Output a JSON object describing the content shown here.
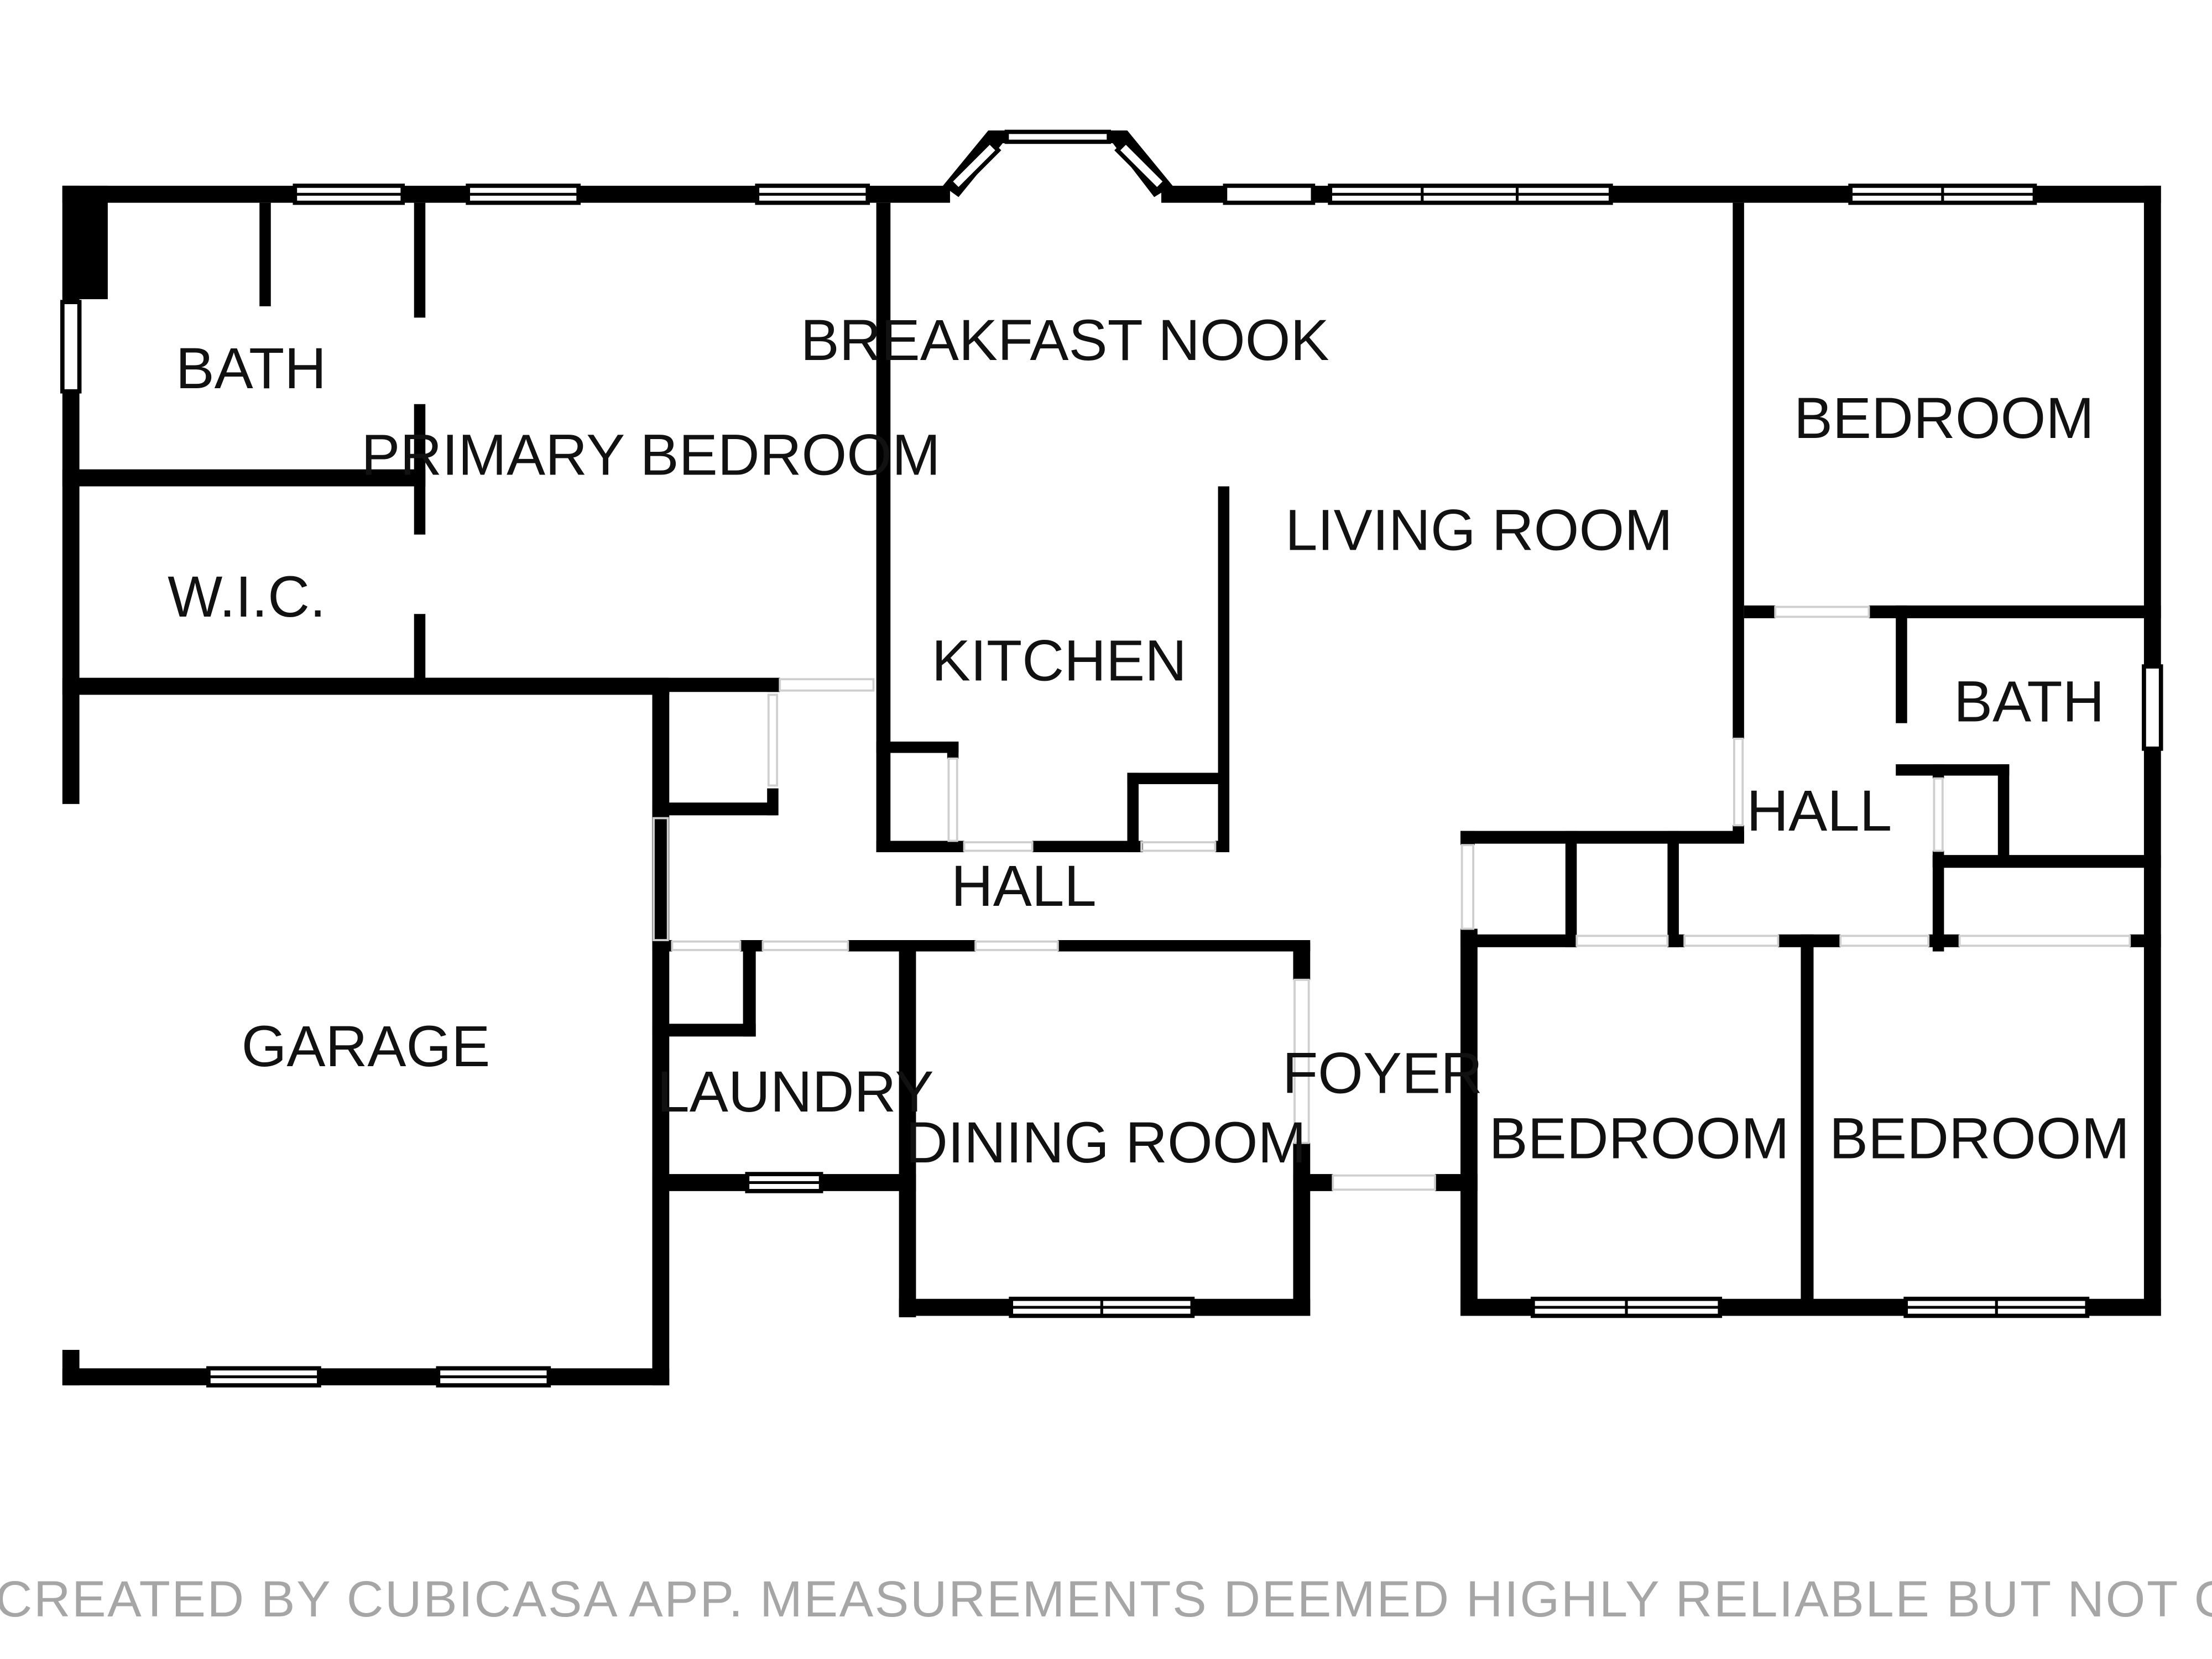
{
  "rooms": {
    "bath_primary": "BATH",
    "wic": "W.I.C.",
    "primary_bedroom": "PRIMARY BEDROOM",
    "breakfast_nook": "BREAKFAST NOOK",
    "kitchen": "KITCHEN",
    "living_room": "LIVING ROOM",
    "bedroom_ne": "BEDROOM",
    "bath_east": "BATH",
    "hall_east": "HALL",
    "hall_center": "HALL",
    "garage": "GARAGE",
    "laundry": "LAUNDRY",
    "dining_room": "DINING ROOM",
    "foyer": "FOYER",
    "bedroom_s1": "BEDROOM",
    "bedroom_s2": "BEDROOM"
  },
  "footer": "FLOOR PLAN CREATED BY CUBICASA APP. MEASUREMENTS DEEMED HIGHLY RELIABLE BUT NOT GUARANTEED.",
  "colors": {
    "wall": "#000000",
    "label": "#111111",
    "footer": "#a6a6a6"
  }
}
